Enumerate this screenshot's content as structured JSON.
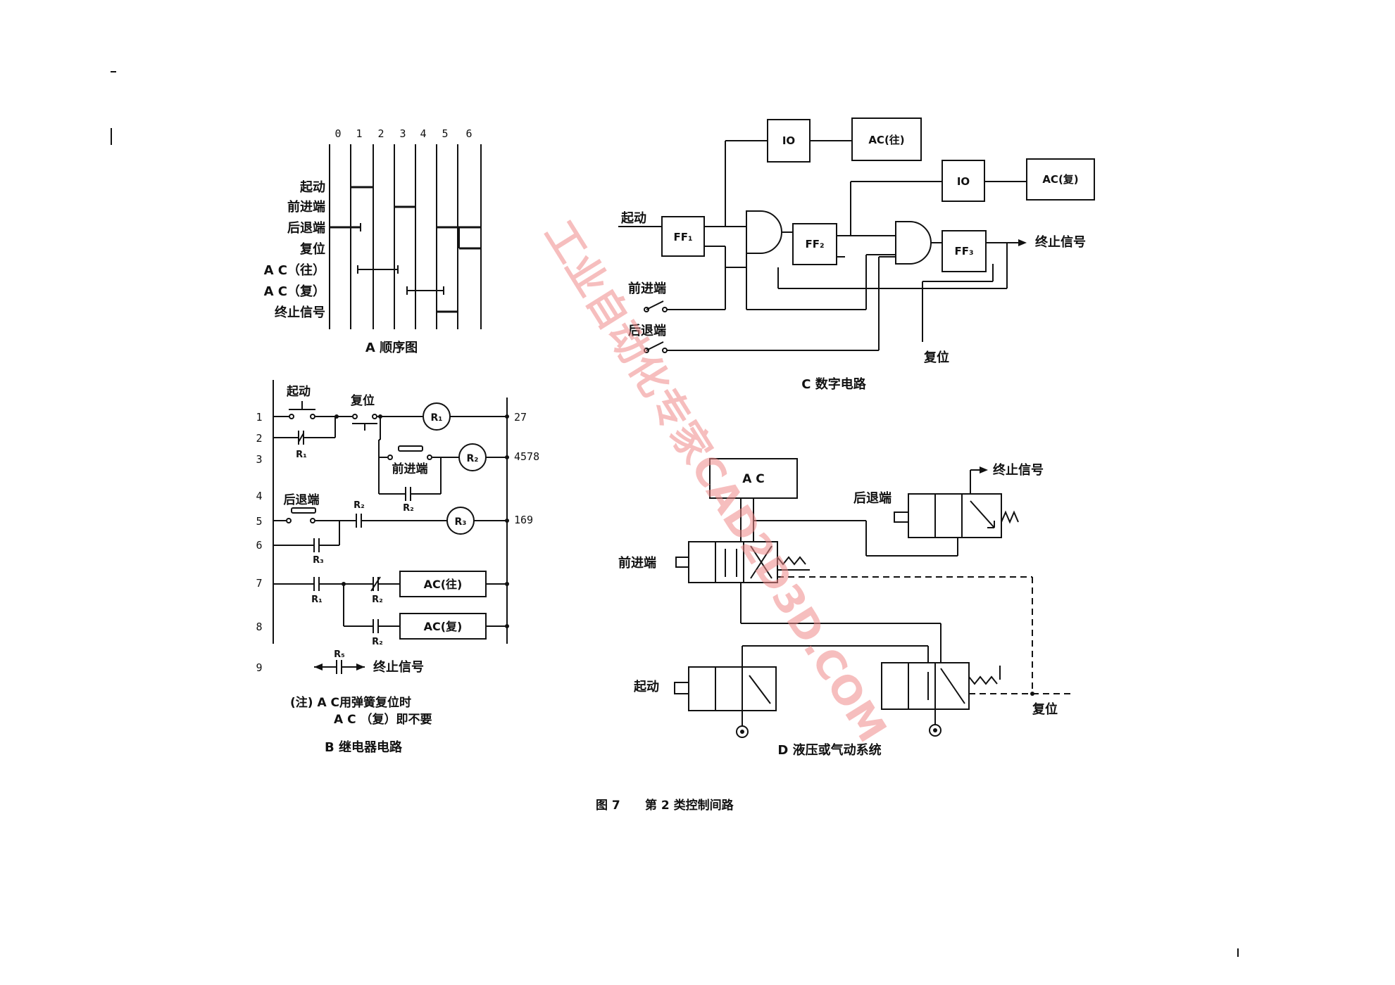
{
  "sequence": {
    "ticks": [
      "0",
      "1",
      "2",
      "3",
      "4",
      "5",
      "6"
    ],
    "rows": [
      "起动",
      "前进端",
      "后退端",
      "复位",
      "A C（往）",
      "A C（复）",
      "终止信号"
    ],
    "caption": "A  顺序图"
  },
  "relay": {
    "line_numbers": [
      "1",
      "2",
      "3",
      "4",
      "5",
      "6",
      "7",
      "8",
      "9"
    ],
    "refs": [
      "27",
      "4578",
      "169"
    ],
    "start": "起动",
    "reset": "复位",
    "front_end": "前进端",
    "rear_end": "后退端",
    "r1": "R₁",
    "r2": "R₂",
    "r3": "R₃",
    "r5": "R₅",
    "ac_fwd": "AC(往)",
    "ac_back": "AC(复)",
    "stop": "终止信号",
    "note1": "(注)  A C用弹簧复位时",
    "note2": "A C （复）即不要",
    "caption": "B 继电器电路"
  },
  "digital": {
    "io1": "IO",
    "io2": "IO",
    "ac_fwd": "AC(往)",
    "ac_back": "AC(复)",
    "start": "起动",
    "ff1": "FF₁",
    "ff2": "FF₂",
    "ff3": "FF₃",
    "stop": "终止信号",
    "front_end": "前进端",
    "rear_end": "后退端",
    "reset": "复位",
    "caption": "C  数字电路"
  },
  "fluid": {
    "ac": "A C",
    "stop": "终止信号",
    "rear_end": "后退端",
    "front_end": "前进端",
    "start": "起动",
    "reset": "复位",
    "caption": "D  液压或气动系统"
  },
  "figure_caption": {
    "number": "图 7",
    "title": "第 2 类控制间路"
  },
  "watermark": "工业自动化专家CAD2D3D.COM"
}
